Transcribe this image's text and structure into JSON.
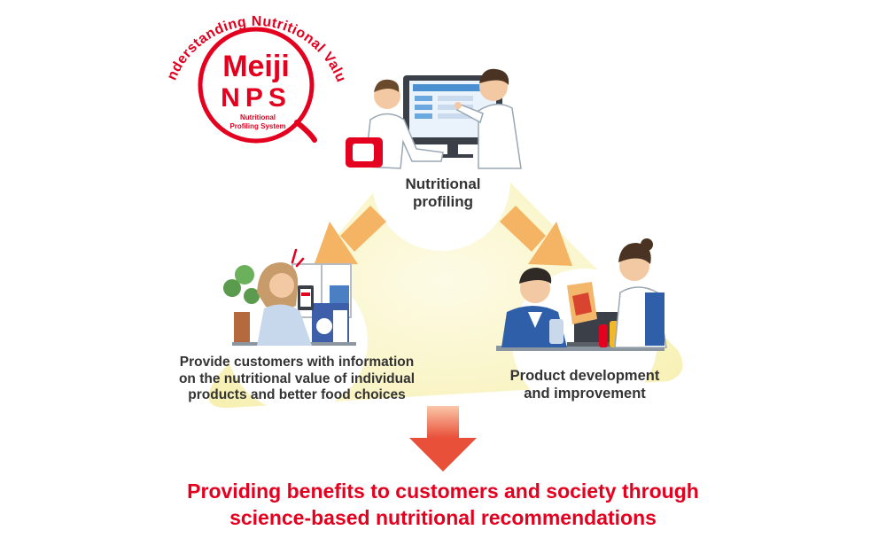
{
  "logo": {
    "arc_text": "Understanding Nutritional Value",
    "brand": "Meiji",
    "acronym": "NPS",
    "subtitle_line1": "Nutritional",
    "subtitle_line2": "Profiling System"
  },
  "nodes": {
    "profiling": {
      "line1": "Nutritional",
      "line2": "profiling"
    },
    "customers": {
      "line1": "Provide customers with information",
      "line2": "on the nutritional value of individual",
      "line3": "products and better food choices"
    },
    "development": {
      "line1": "Product development",
      "line2": "and improvement"
    }
  },
  "conclusion": {
    "line1": "Providing benefits to customers and society through",
    "line2": "science-based nutritional recommendations"
  },
  "colors": {
    "brand_red": "#e4001f",
    "triangle_fill": "#fbf6c8",
    "arrow_orange": "#f5b464",
    "down_arrow_top": "#f7a07a",
    "down_arrow_bottom": "#e8503a",
    "text_dark": "#333333"
  }
}
